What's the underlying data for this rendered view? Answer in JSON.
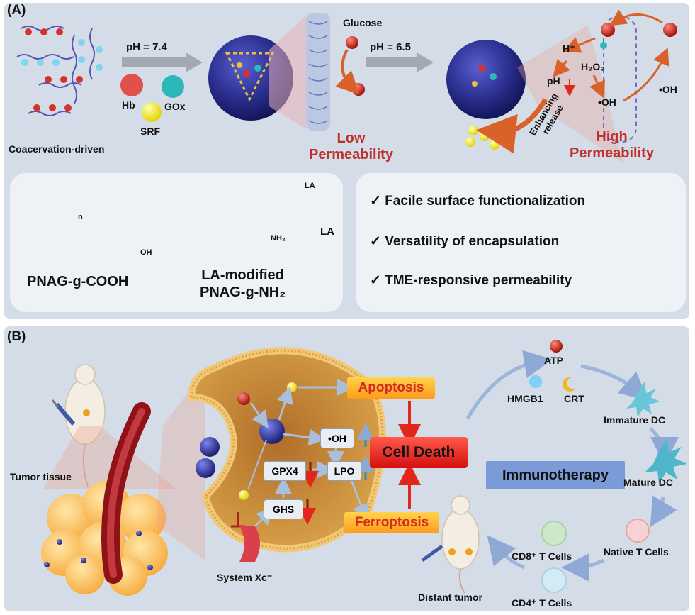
{
  "panel_a": {
    "tag": "(A)",
    "coacervation": "Coacervation-driven",
    "ph_first": "pH = 7.4",
    "hb": "Hb",
    "gox": "GOx",
    "srf": "SRF",
    "glucose": "Glucose",
    "ph_second": "pH = 6.5",
    "low_permeability": [
      "Low",
      "Permeability"
    ],
    "h_plus": "H⁺",
    "h2o2": "H₂O₂",
    "ph_inner": "pH",
    "oh_left": "•OH",
    "oh_right": "•OH",
    "enhancing_release": [
      "Enhancing",
      "release"
    ],
    "high_permeability": [
      "High",
      "Permeability"
    ],
    "polymer_cooh": "PNAG-g-COOH",
    "polymer_nh2": [
      "LA-modified",
      "PNAG-g-NH₂"
    ],
    "la": "LA",
    "struct_n": "n",
    "struct_oh": "OH",
    "struct_nh2": "NH₂",
    "struct_la_small": "LA",
    "features": [
      "✓ Facile surface functionalization",
      "✓ Versatility of encapsulation",
      "✓ TME-responsive permeability"
    ]
  },
  "panel_b": {
    "tag": "(B)",
    "tumor_tissue": "Tumor tissue",
    "apoptosis": "Apoptosis",
    "ferroptosis": "Ferroptosis",
    "cell_death": "Cell Death",
    "oh": "•OH",
    "gpx4": "GPX4",
    "lpo": "LPO",
    "ghs": "GHS",
    "system_xc": "System Xc⁻",
    "immunotherapy": "Immunotherapy",
    "atp": "ATP",
    "hmgb1": "HMGB1",
    "crt": "CRT",
    "immature_dc": "Immature DC",
    "mature_dc": "Mature DC",
    "native_t": "Native T Cells",
    "cd8": "CD8⁺ T Cells",
    "cd4": "CD4⁺ T Cells",
    "distant_tumor": "Distant tumor"
  },
  "colors": {
    "panel_bg": "#d4dde7",
    "accent_red": "#c0302a",
    "nanoparticle_blue": "#2b2f8f",
    "cell_orange": "#d28a2e",
    "arrow_orange": "#d9622b",
    "arrow_blue": "#8ea9d6",
    "immunotherapy_bg": "#6f8fd6"
  }
}
